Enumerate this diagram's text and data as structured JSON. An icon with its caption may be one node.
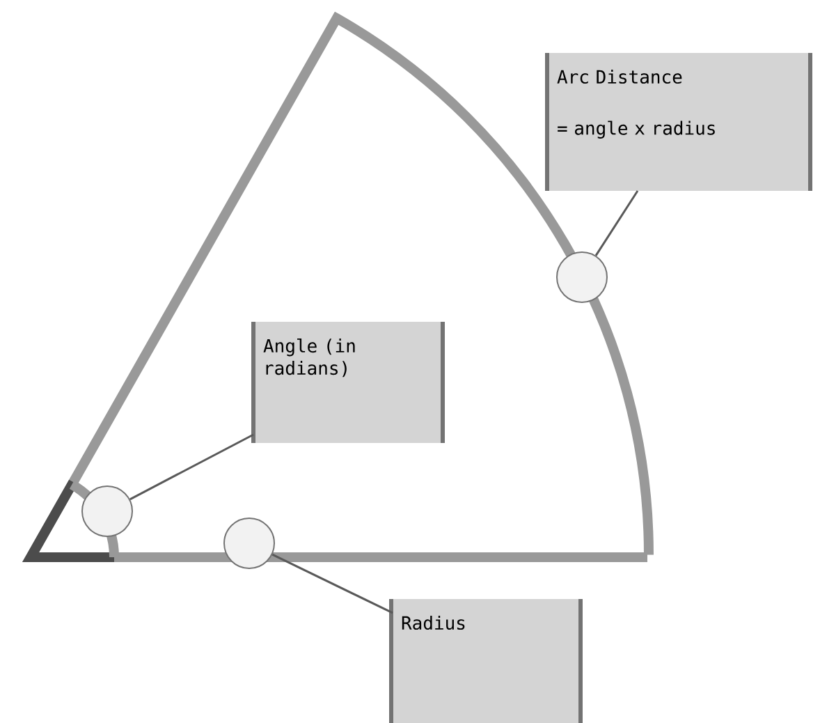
{
  "diagram": {
    "nodes": [
      {
        "text": [
          "Arc Distance",
          "= angle x radius"
        ]
      },
      {
        "text": [],
        "shape": "circle"
      },
      {
        "text": [
          "Angle (in radians)"
        ]
      },
      {
        "text": [],
        "shape": "circle"
      },
      {
        "text": [],
        "shape": "circle"
      },
      {
        "text": [
          "Radius"
        ]
      }
    ],
    "edges": [
      {
        "from": 0,
        "to": 1,
        "arrow": "none"
      },
      {
        "from": 2,
        "to": 3,
        "arrow": "none"
      },
      {
        "from": 5,
        "to": 4,
        "arrow": "none"
      }
    ]
  }
}
